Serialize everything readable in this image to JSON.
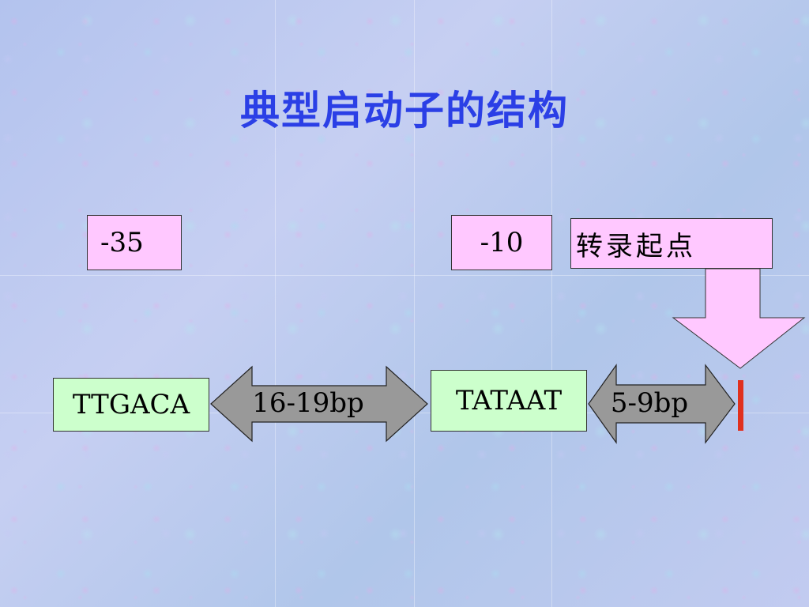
{
  "title": "典型启动子的结构",
  "elements": {
    "minus35_label": "-35",
    "minus10_label": "-10",
    "tss_label": "转录起点",
    "ttgaca": "TTGACA",
    "tataat": "TATAAT",
    "gap1": "16-19bp",
    "gap2": "5-9bp"
  },
  "colors": {
    "title": "#2b3fe6",
    "label_box": "#ffc8ff",
    "sequence_box": "#ccffcc",
    "gap_arrow": "#999999",
    "start_marker": "#e0301e"
  }
}
